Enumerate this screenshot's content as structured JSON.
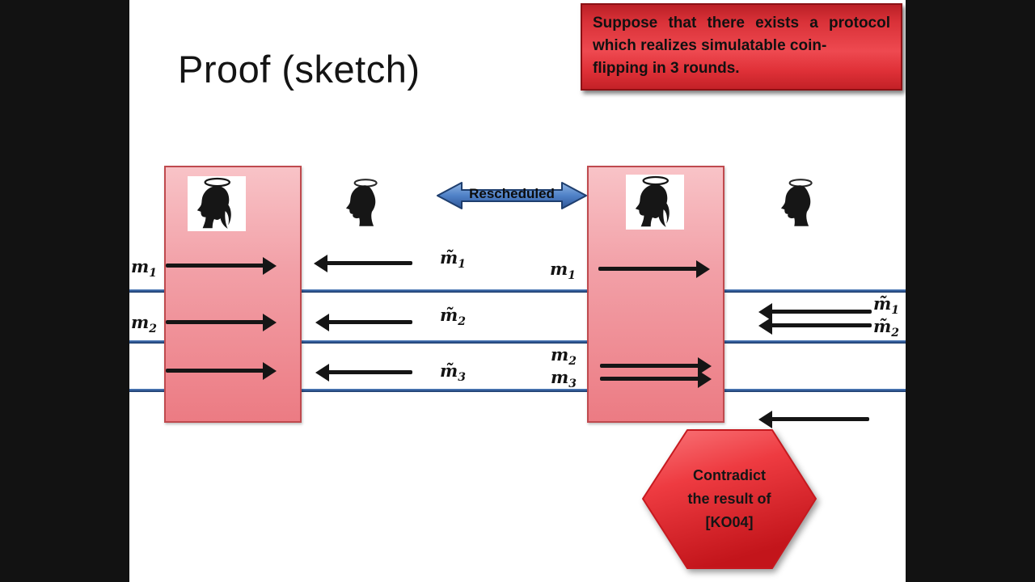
{
  "slide": {
    "title": "Proof (sketch)",
    "callout": {
      "line1": "Suppose that there exists a protocol",
      "line2": "which realizes simulatable coin-",
      "line3": "flipping in 3 rounds."
    },
    "reschedule": {
      "label": "Rescheduled"
    },
    "hexagon": {
      "line1": "Contradict",
      "line2": "the result of",
      "line3": "[KO04]"
    },
    "labels": {
      "left_m1": {
        "base": "m",
        "sub": "1"
      },
      "left_m2": {
        "base": "m",
        "sub": "2"
      },
      "left_mt1": {
        "base": "m̃",
        "sub": "1"
      },
      "left_mt2": {
        "base": "m̃",
        "sub": "2"
      },
      "left_mt3": {
        "base": "m̃",
        "sub": "3"
      },
      "right_m1": {
        "base": "m",
        "sub": "1"
      },
      "right_m2": {
        "base": "m",
        "sub": "2"
      },
      "right_m3": {
        "base": "m",
        "sub": "3"
      },
      "right_mt1": {
        "base": "m̃",
        "sub": "1"
      },
      "right_mt2": {
        "base": "m̃",
        "sub": "2"
      }
    },
    "icons": {
      "alice": "woman-profile-with-halo",
      "bob": "man-profile-with-halo"
    },
    "colors": {
      "callout_red": "#e23d44",
      "panel_pink": "#f2a0a7",
      "panel_border": "#bf4a4e",
      "round_divider_blue": "#2d5490",
      "reschedule_arrow_blue": "#4f81c7",
      "hexagon_red": "#e8353b",
      "message_arrow_black": "#151515",
      "letterbox_black": "#121212"
    }
  }
}
